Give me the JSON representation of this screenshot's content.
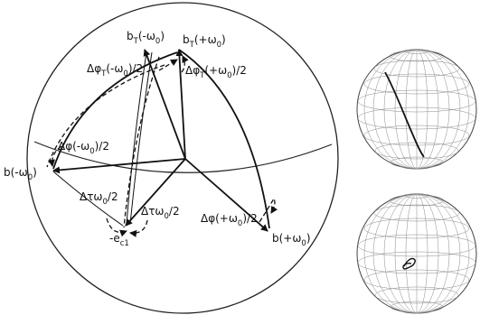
{
  "labels": {
    "bT_minus": {
      "main": "b",
      "sub1": "T",
      "mid": "(-ω",
      "sub2": "0",
      "end": ")"
    },
    "bT_plus": {
      "main": "b",
      "sub1": "T",
      "mid": "(+ω",
      "sub2": "0",
      "end": ")"
    },
    "dphiT_minus": {
      "pre": "Δφ",
      "sub1": "T",
      "mid": "(-ω",
      "sub2": "0",
      "end": ")/2"
    },
    "dphiT_plus": {
      "pre": "Δφ",
      "sub1": "T",
      "mid": "(+ω",
      "sub2": "0",
      "end": ")/2"
    },
    "b_minus": {
      "main": "b(-ω",
      "sub": "0",
      "end": ")"
    },
    "dphi_minus": {
      "pre": "Δφ(-ω",
      "sub": "0",
      "end": ")/2"
    },
    "dtau_left": {
      "pre": "Δτω",
      "sub": "0",
      "end": "/2"
    },
    "dtau_right": {
      "pre": "Δτω",
      "sub": "0",
      "end": "/2"
    },
    "dphi_plus": {
      "pre": "Δφ(+ω",
      "sub": "0",
      "end": ")/2"
    },
    "b_plus": {
      "main": "b(+ω",
      "sub": "0",
      "end": ")"
    },
    "ec1": {
      "main": "-e",
      "sub": "c1"
    }
  }
}
